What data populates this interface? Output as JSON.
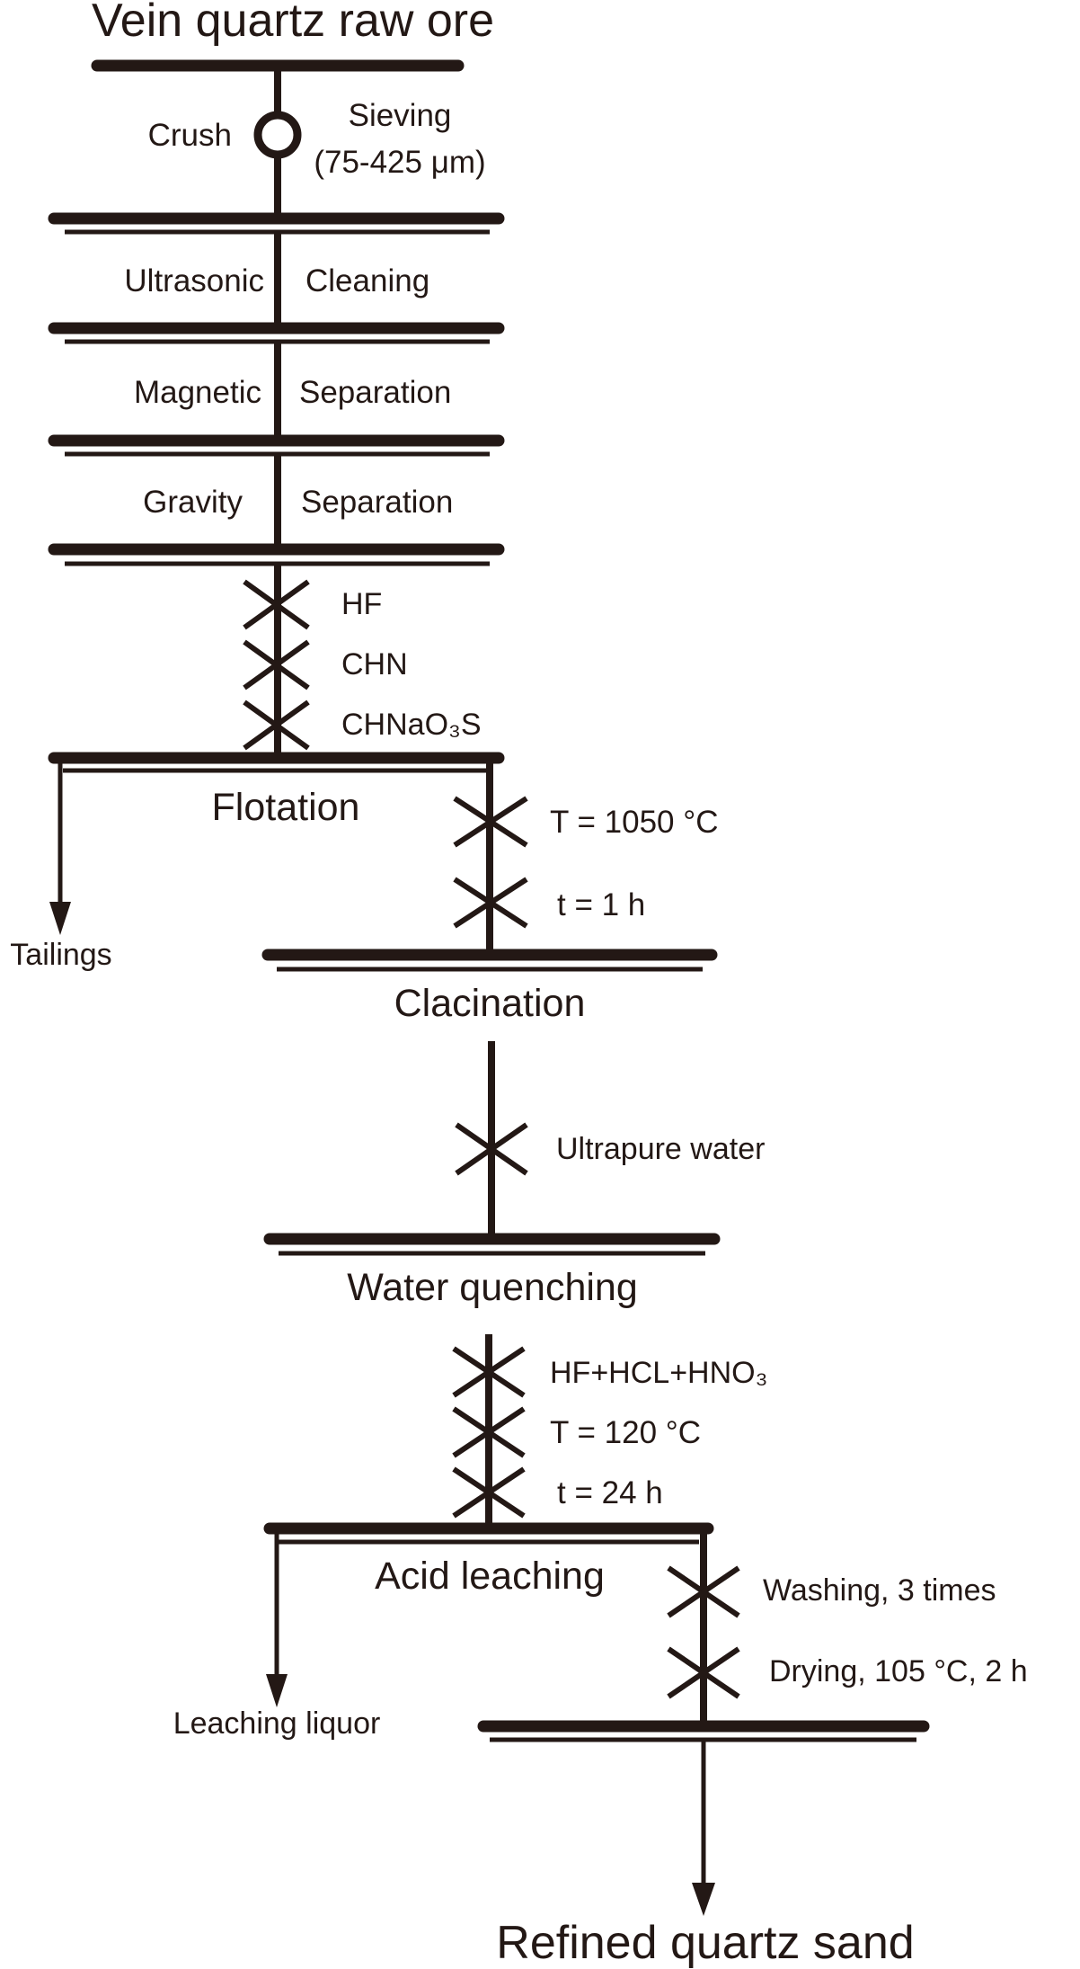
{
  "diagram": {
    "type": "process-flowsheet",
    "start": "Vein quartz raw ore",
    "end": "Refined quartz sand",
    "stages": [
      {
        "id": "crush",
        "left": "Crush",
        "right_line1": "Sieving",
        "right_line2": "(75-425 μm)"
      },
      {
        "id": "ultrasonic",
        "left": "Ultrasonic",
        "right": "Cleaning"
      },
      {
        "id": "magnetic",
        "left": "Magnetic",
        "right": "Separation"
      },
      {
        "id": "gravity",
        "left": "Gravity",
        "right": "Separation"
      },
      {
        "id": "flotation",
        "label": "Flotation",
        "reagents": [
          "HF",
          "CHN",
          "CHNaO₃S"
        ],
        "byproduct": "Tailings"
      },
      {
        "id": "calcination",
        "label": "Clacination",
        "conditions": [
          "T = 1050 °C",
          "t = 1 h"
        ]
      },
      {
        "id": "water-quenching",
        "label": "Water quenching",
        "conditions": [
          "Ultrapure water"
        ]
      },
      {
        "id": "acid-leaching",
        "label": "Acid leaching",
        "conditions": [
          "HF+HCL+HNO₃",
          "T = 120 °C",
          "t = 24 h"
        ],
        "byproduct": "Leaching liquor"
      },
      {
        "id": "post-treatment",
        "conditions": [
          "Washing, 3 times",
          "Drying, 105 °C, 2 h"
        ]
      }
    ]
  },
  "colors": {
    "ink": "#231815",
    "background": "#ffffff"
  }
}
